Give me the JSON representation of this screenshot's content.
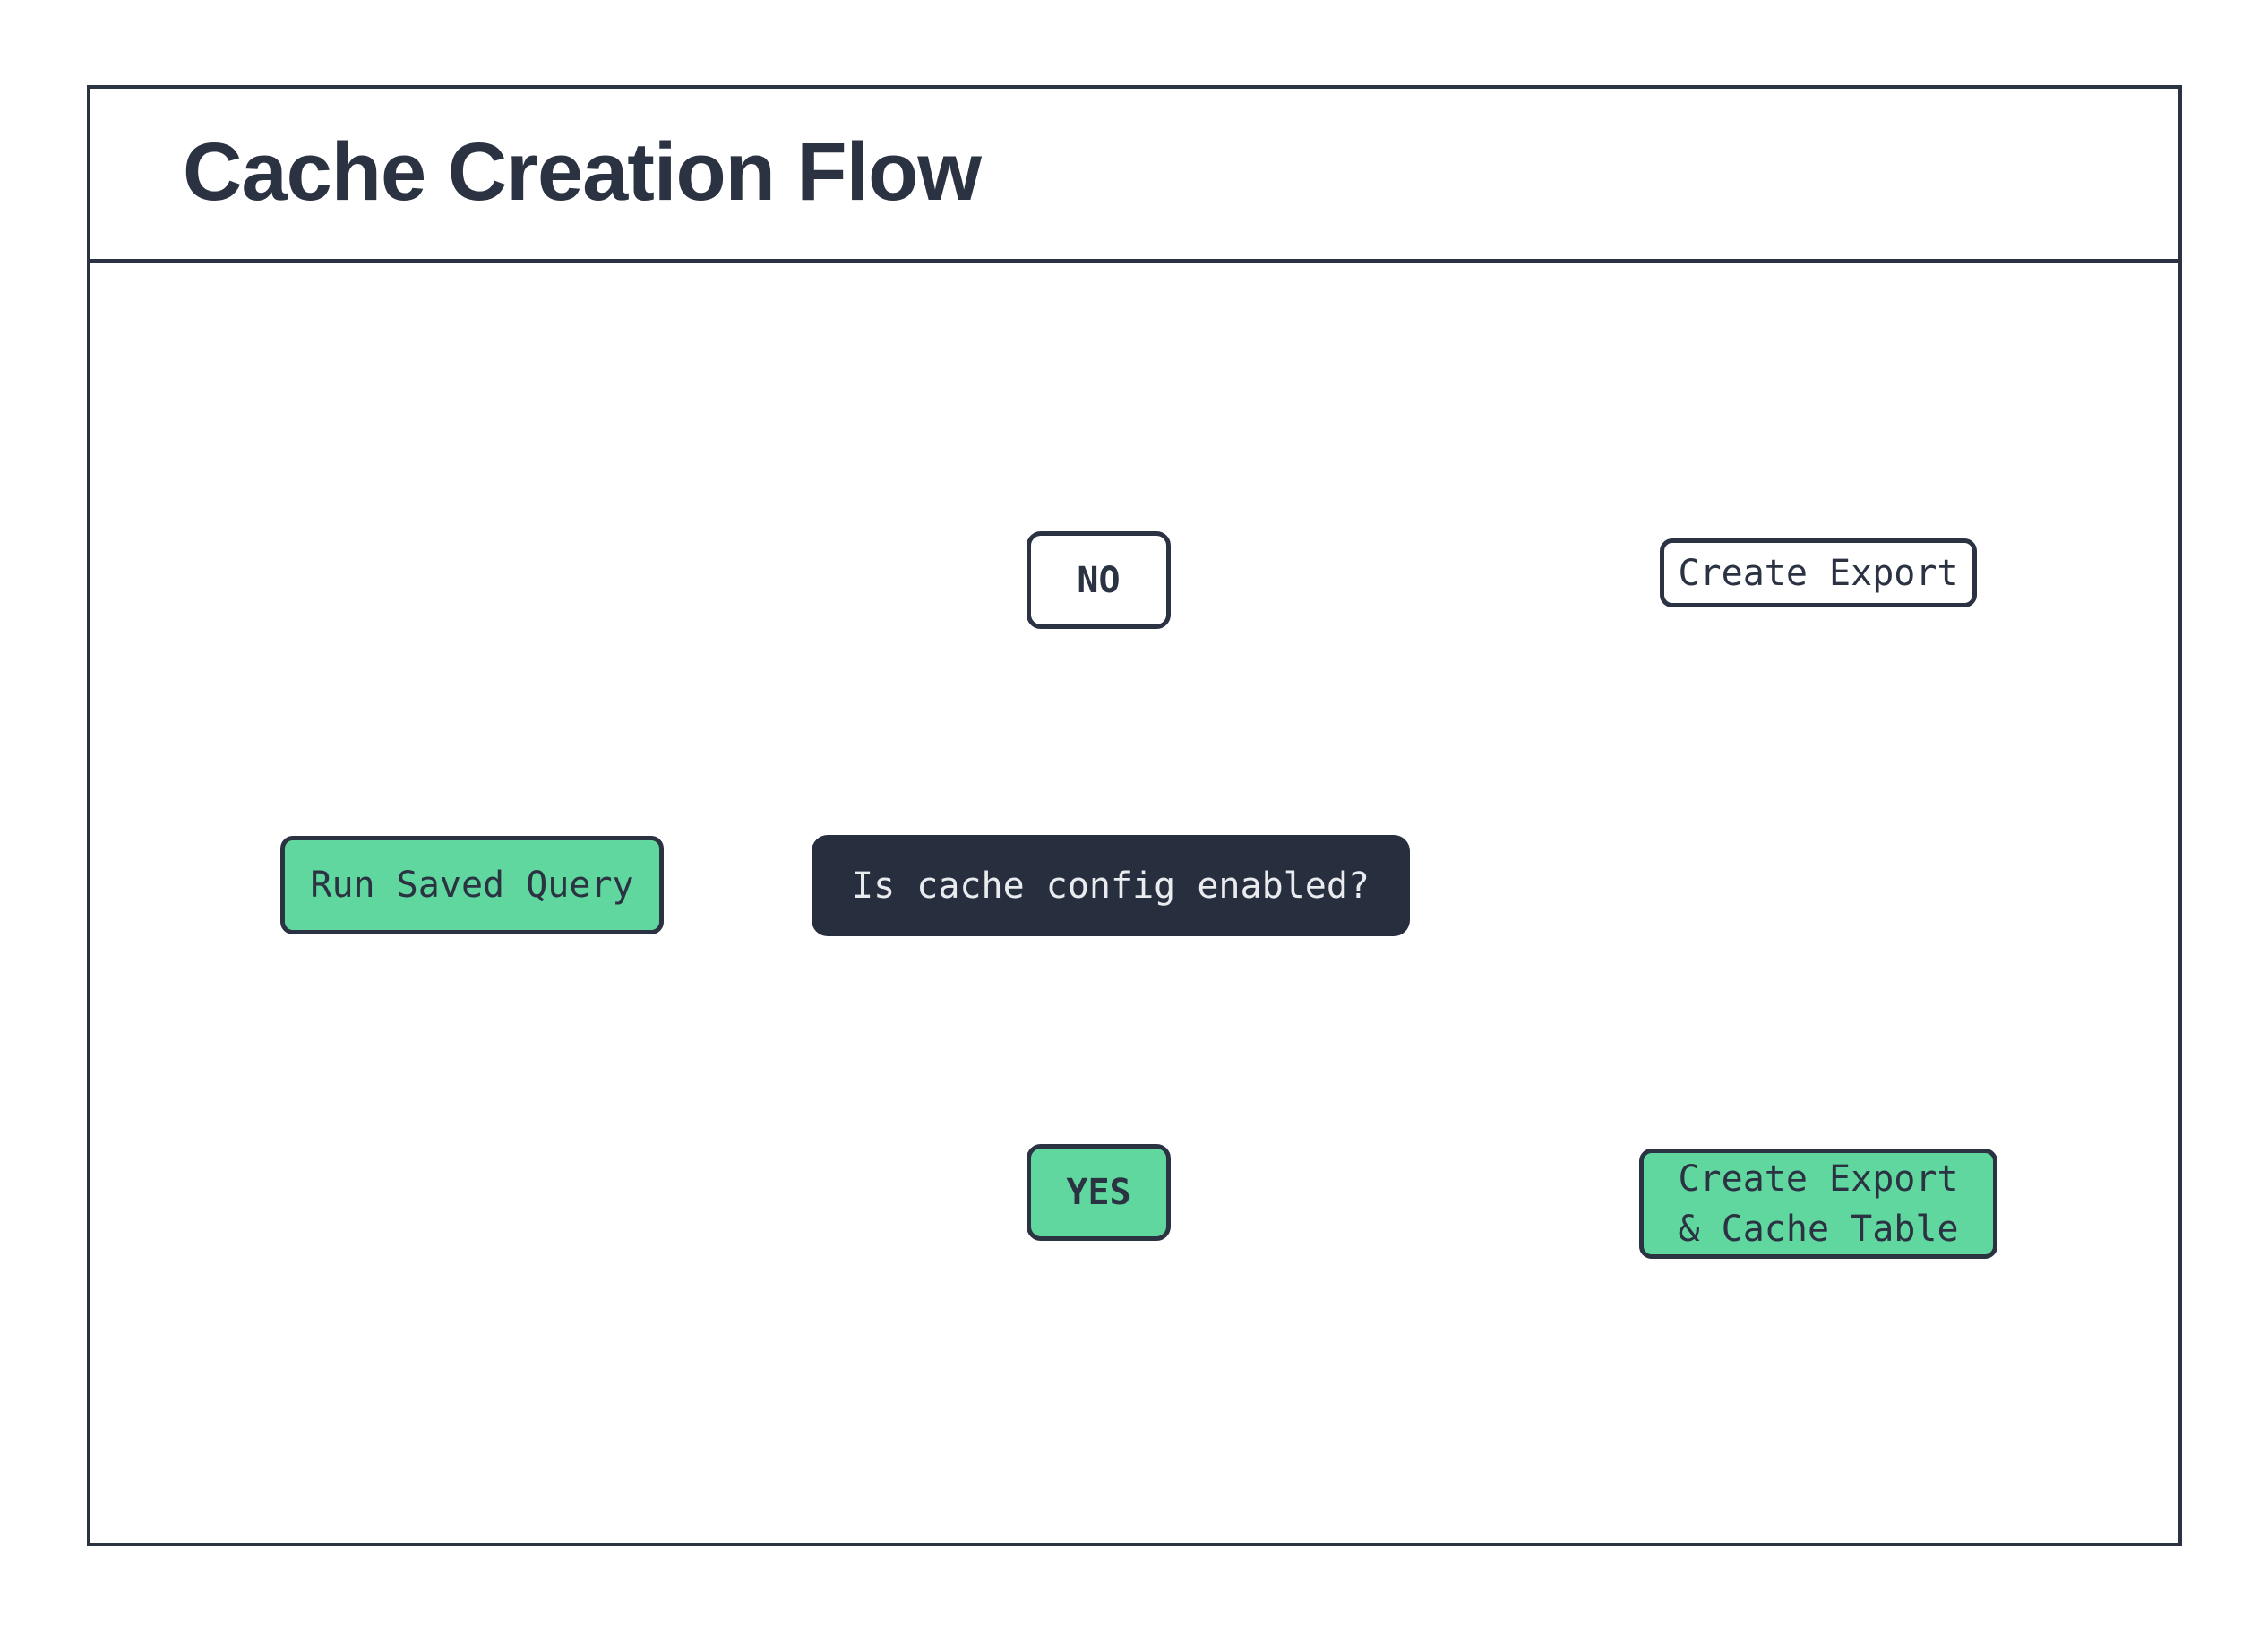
{
  "header": {
    "title": "Cache Creation Flow"
  },
  "flow": {
    "start": {
      "label": "Run Saved Query"
    },
    "decision": {
      "label": "Is cache config enabled?"
    },
    "branches": {
      "no": {
        "label": "NO",
        "target_icon": "database-cylinder",
        "result": {
          "label": "Create Export"
        }
      },
      "yes": {
        "label": "YES",
        "target_icon": "database-cylinder",
        "result": {
          "label": "Create Export & Cache Table",
          "lines": [
            "Create Export",
            "& Cache Table"
          ]
        }
      }
    }
  },
  "colors": {
    "accent_green": "#5fd79e",
    "dark_navy": "#272e3e",
    "stroke": "#2b3242",
    "line": "#1b1f2a",
    "light_text": "#e9ebef",
    "paper": "#ffffff"
  }
}
